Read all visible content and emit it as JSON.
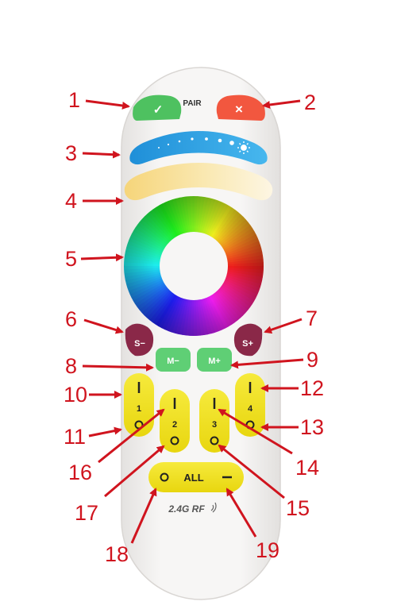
{
  "remote": {
    "pair_label": "PAIR",
    "brand_label": "2.4G RF",
    "colors": {
      "body": "#f1efee",
      "confirm_green": "#4ec160",
      "cancel_red": "#f2573f",
      "brightness_blue": "#35a9e8",
      "white_temp_warm": "#f7dc8a",
      "speed_maroon": "#8a2848",
      "mode_green": "#5fcf75",
      "zone_yellow": "#f0e21a",
      "callout_red": "#d0141e"
    },
    "buttons": {
      "confirm_symbol": "✓",
      "cancel_symbol": "×",
      "speed_down": "S−",
      "speed_up": "S+",
      "mode_down": "M−",
      "mode_up": "M+",
      "zone_1": "1",
      "zone_2": "2",
      "zone_3": "3",
      "zone_4": "4",
      "all": "ALL"
    }
  },
  "callouts": [
    "1",
    "2",
    "3",
    "4",
    "5",
    "6",
    "7",
    "8",
    "9",
    "10",
    "11",
    "12",
    "13",
    "14",
    "15",
    "16",
    "17",
    "18",
    "19"
  ]
}
